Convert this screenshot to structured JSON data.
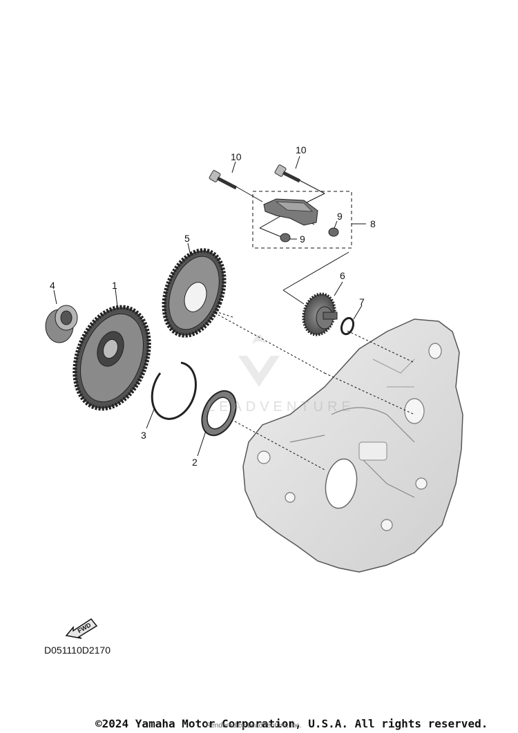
{
  "diagram": {
    "callouts": [
      "10",
      "10",
      "9",
      "9",
      "8",
      "5",
      "4",
      "1",
      "6",
      "7",
      "3",
      "2"
    ],
    "fwd_label": "FWD",
    "code": "D051110D2170",
    "watermark": "LEADVENTURE"
  },
  "footer": {
    "copyright": "©2024 Yamaha Motor Corporation, U.S.A. All rights reserved.",
    "rendered_by": "Rendered by LeadVenture, Inc."
  },
  "colors": {
    "line": "#111111",
    "part_fill": "#d9d9d9",
    "crankcase_fill": "#e3e3e3",
    "gear_fill": "#5a5a5a"
  }
}
